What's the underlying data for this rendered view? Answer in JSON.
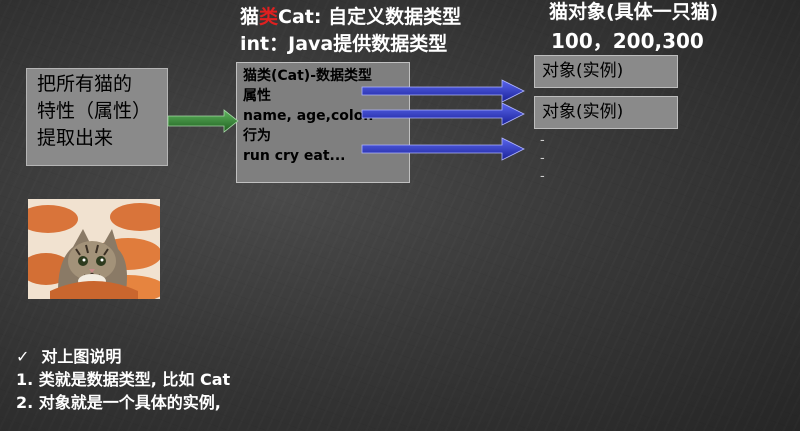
{
  "class_title": {
    "prefix": "猫",
    "highlight": "类",
    "suffix": "Cat: 自定义数据类型",
    "highlight_color": "#e02020"
  },
  "class_subtitle": "int：Java提供数据类型",
  "objects_title": "猫对象(具体一只猫)",
  "objects_values": "100，200,300",
  "properties_box": {
    "lines": [
      "把所有猫的",
      "特性（属性）",
      "提取出来"
    ]
  },
  "class_box": {
    "lines": [
      "猫类(Cat)-数据类型",
      "属性",
      "name, age,color.",
      "行为",
      "run  cry eat..."
    ]
  },
  "object_boxes": [
    "对象(实例)",
    "对象(实例)"
  ],
  "ellipsis_dashes": [
    "-",
    "-",
    "-"
  ],
  "notes": {
    "check_label": "对上图说明",
    "items": [
      "1. 类就是数据类型, 比如 Cat",
      "2. 对象就是一个具体的实例,"
    ]
  },
  "colors": {
    "green_arrow": "#2f7d2f",
    "blue_arrow": "#2a35c8",
    "box_fill": "#8a8a8a"
  },
  "icons": {
    "check": "check-icon",
    "image": "kitten-photo"
  }
}
